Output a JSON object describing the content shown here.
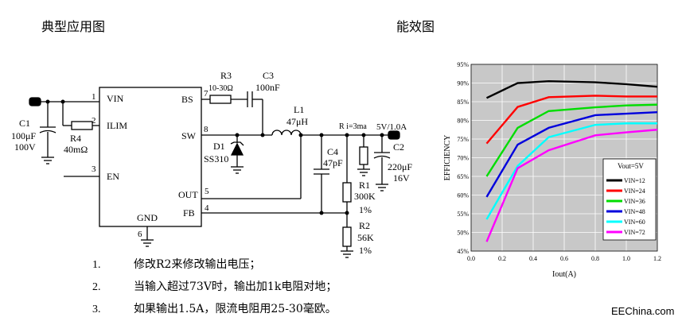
{
  "headings": {
    "circuit": "典型应用图",
    "efficiency": "能效图"
  },
  "circuit": {
    "ic_pins": {
      "vin": "VIN",
      "ilim": "ILIM",
      "en": "EN",
      "bs": "BS",
      "sw": "SW",
      "out": "OUT",
      "fb": "FB",
      "gnd": "GND"
    },
    "pin_numbers": {
      "p1": "1",
      "p2": "2",
      "p3": "3",
      "p4": "4",
      "p5": "5",
      "p6": "6",
      "p7": "7",
      "p8": "8"
    },
    "components": {
      "c1_name": "C1",
      "c1_value1": "100μF",
      "c1_value2": "100V",
      "r4_name": "R4",
      "r4_value": "40mΩ",
      "r3_name": "R3",
      "r3_value": "10-30Ω",
      "c3_name": "C3",
      "c3_value": "100nF",
      "l1_name": "L1",
      "l1_value": "47μH",
      "d1_name": "D1",
      "d1_value": "SS310",
      "c4_name": "C4",
      "c4_value": "47pF",
      "r1_name": "R1",
      "r1_value": "300K",
      "r1_tol": "1%",
      "r2_name": "R2",
      "r2_value": "56K",
      "r2_tol": "1%",
      "c2_name": "C2",
      "c2_value1": "220μF",
      "c2_value2": "16V",
      "rload_label": "R  i=3ma",
      "output_label": "5V/1.0A"
    }
  },
  "notes": [
    {
      "num": "1.",
      "text": "修改R2来修改输出电压；"
    },
    {
      "num": "2.",
      "text": "当输入超过73V时，输出加1k电阻对地；"
    },
    {
      "num": "3.",
      "text": "如果输出1.5A，限流电阻用25-30毫欧。"
    }
  ],
  "watermark": "EEChina.com",
  "colors": {
    "vin12": "#000000",
    "vin24": "#ff0000",
    "vin36": "#00dd00",
    "vin48": "#0000dd",
    "vin60": "#00ffff",
    "vin72": "#ff00ff",
    "plot_bg": "#c8c8c8"
  },
  "chart_data": {
    "type": "line",
    "xlabel": "Iout(A)",
    "ylabel": "EFFICIENCY",
    "xlim": [
      0.0,
      1.2
    ],
    "ylim": [
      45,
      95
    ],
    "xticks": [
      "0.0",
      "0.2",
      "0.4",
      "0.6",
      "0.8",
      "1.0",
      "1.2"
    ],
    "yticks": [
      "45%",
      "50%",
      "55%",
      "60%",
      "65%",
      "70%",
      "75%",
      "80%",
      "85%",
      "90%",
      "95%"
    ],
    "legend_title": "Vout=5V",
    "legend_position": "bottom-right",
    "x": [
      0.1,
      0.3,
      0.5,
      0.8,
      1.0,
      1.2
    ],
    "series": [
      {
        "name": "VIN=12",
        "color_key": "vin12",
        "values": [
          86.0,
          90.0,
          90.5,
          90.2,
          89.7,
          89.0
        ]
      },
      {
        "name": "VIN=24",
        "color_key": "vin24",
        "values": [
          73.8,
          83.6,
          86.2,
          86.6,
          86.4,
          86.4
        ]
      },
      {
        "name": "VIN=36",
        "color_key": "vin36",
        "values": [
          65.0,
          78.0,
          82.5,
          83.5,
          84.0,
          84.2
        ]
      },
      {
        "name": "VIN=48",
        "color_key": "vin48",
        "values": [
          59.5,
          73.5,
          78.0,
          81.4,
          81.8,
          82.2
        ]
      },
      {
        "name": "VIN=60",
        "color_key": "vin60",
        "values": [
          53.5,
          67.8,
          75.5,
          78.8,
          79.2,
          79.2
        ]
      },
      {
        "name": "VIN=72",
        "color_key": "vin72",
        "values": [
          47.5,
          67.2,
          72.0,
          76.0,
          76.8,
          77.5
        ]
      }
    ]
  }
}
